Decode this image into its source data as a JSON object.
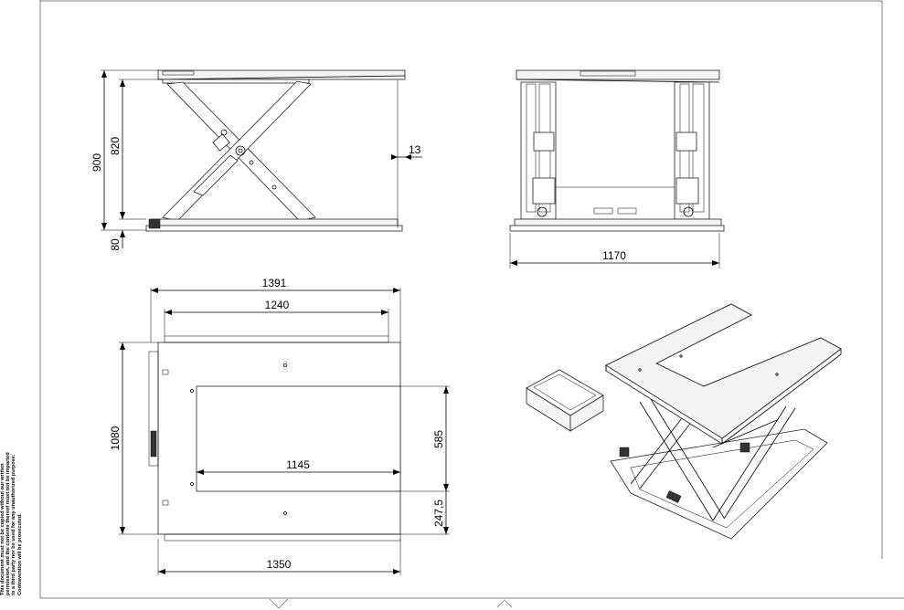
{
  "drawing": {
    "side_view": {
      "dim_total_height": "900",
      "dim_platform_height": "820",
      "dim_base_height": "80",
      "dim_overhang": "13"
    },
    "front_view": {
      "dim_width": "1170"
    },
    "top_view": {
      "dim_overall_length": "1391",
      "dim_platform_length": "1240",
      "dim_inner_length": "1145",
      "dim_base_length": "1350",
      "dim_overall_width": "1080",
      "dim_inner_width": "585",
      "dim_edge_offset": "247,5"
    },
    "disclaimer": "This document must not be copied without our written permission, and the contents thereof must not be imparted to a third party nor be used for any unauthorized purpose. Contravention will be prosecuted."
  }
}
